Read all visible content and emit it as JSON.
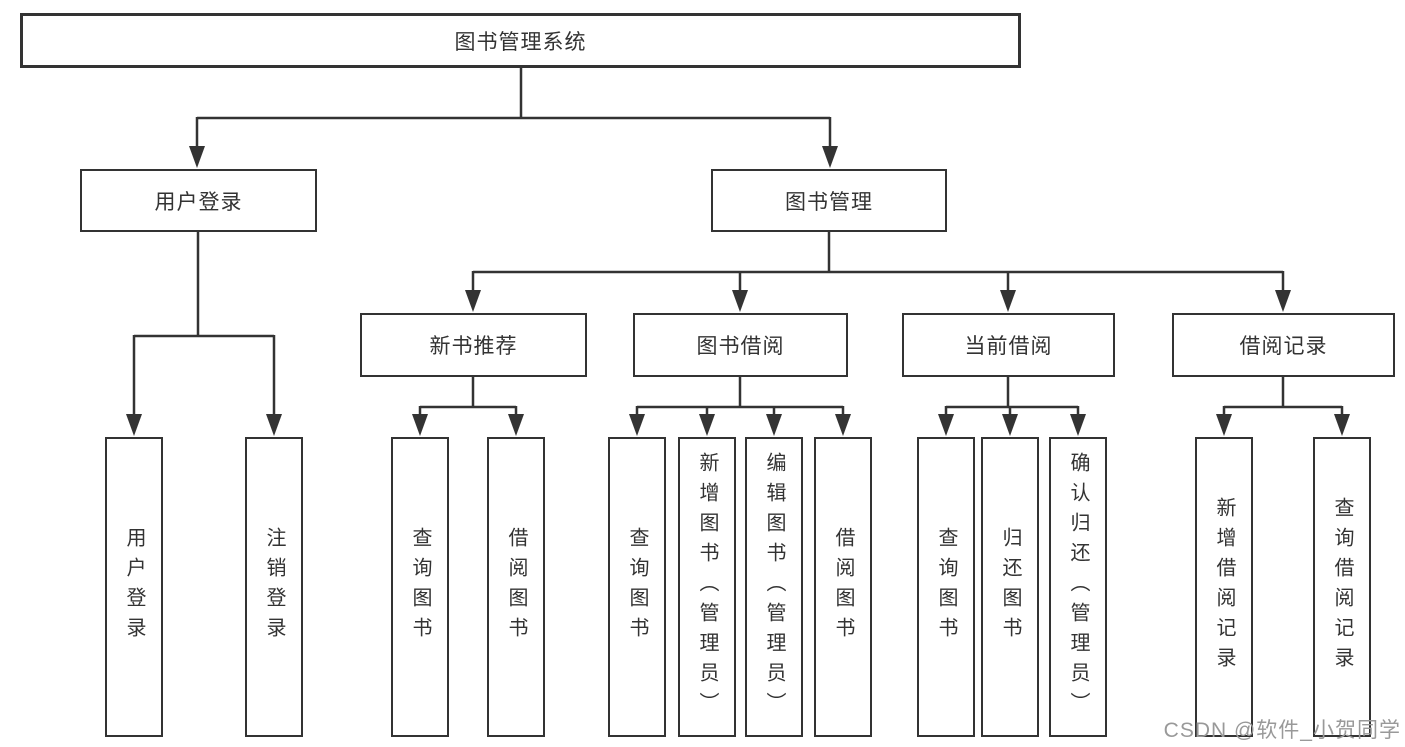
{
  "diagram": {
    "title": "图书管理系统",
    "type": "hierarchy-tree",
    "colors": {
      "line": "#333333",
      "border": "#333333",
      "text": "#333333",
      "background": "#ffffff",
      "watermark_text_color": "#999999"
    },
    "tree": {
      "label": "图书管理系统",
      "children": [
        {
          "label": "用户登录",
          "children": [
            {
              "label": "用户登录"
            },
            {
              "label": "注销登录"
            }
          ]
        },
        {
          "label": "图书管理",
          "children": [
            {
              "label": "新书推荐",
              "children": [
                {
                  "label": "查询图书"
                },
                {
                  "label": "借阅图书"
                }
              ]
            },
            {
              "label": "图书借阅",
              "children": [
                {
                  "label": "查询图书"
                },
                {
                  "label": "新增图书（管理员）"
                },
                {
                  "label": "编辑图书（管理员）"
                },
                {
                  "label": "借阅图书"
                }
              ]
            },
            {
              "label": "当前借阅",
              "children": [
                {
                  "label": "查询图书"
                },
                {
                  "label": "归还图书"
                },
                {
                  "label": "确认归还（管理员）"
                }
              ]
            },
            {
              "label": "借阅记录",
              "children": [
                {
                  "label": "新增借阅记录"
                },
                {
                  "label": "查询借阅记录"
                }
              ]
            }
          ]
        }
      ]
    },
    "watermark": {
      "text": "CSDN @软件_小贺同学"
    }
  }
}
